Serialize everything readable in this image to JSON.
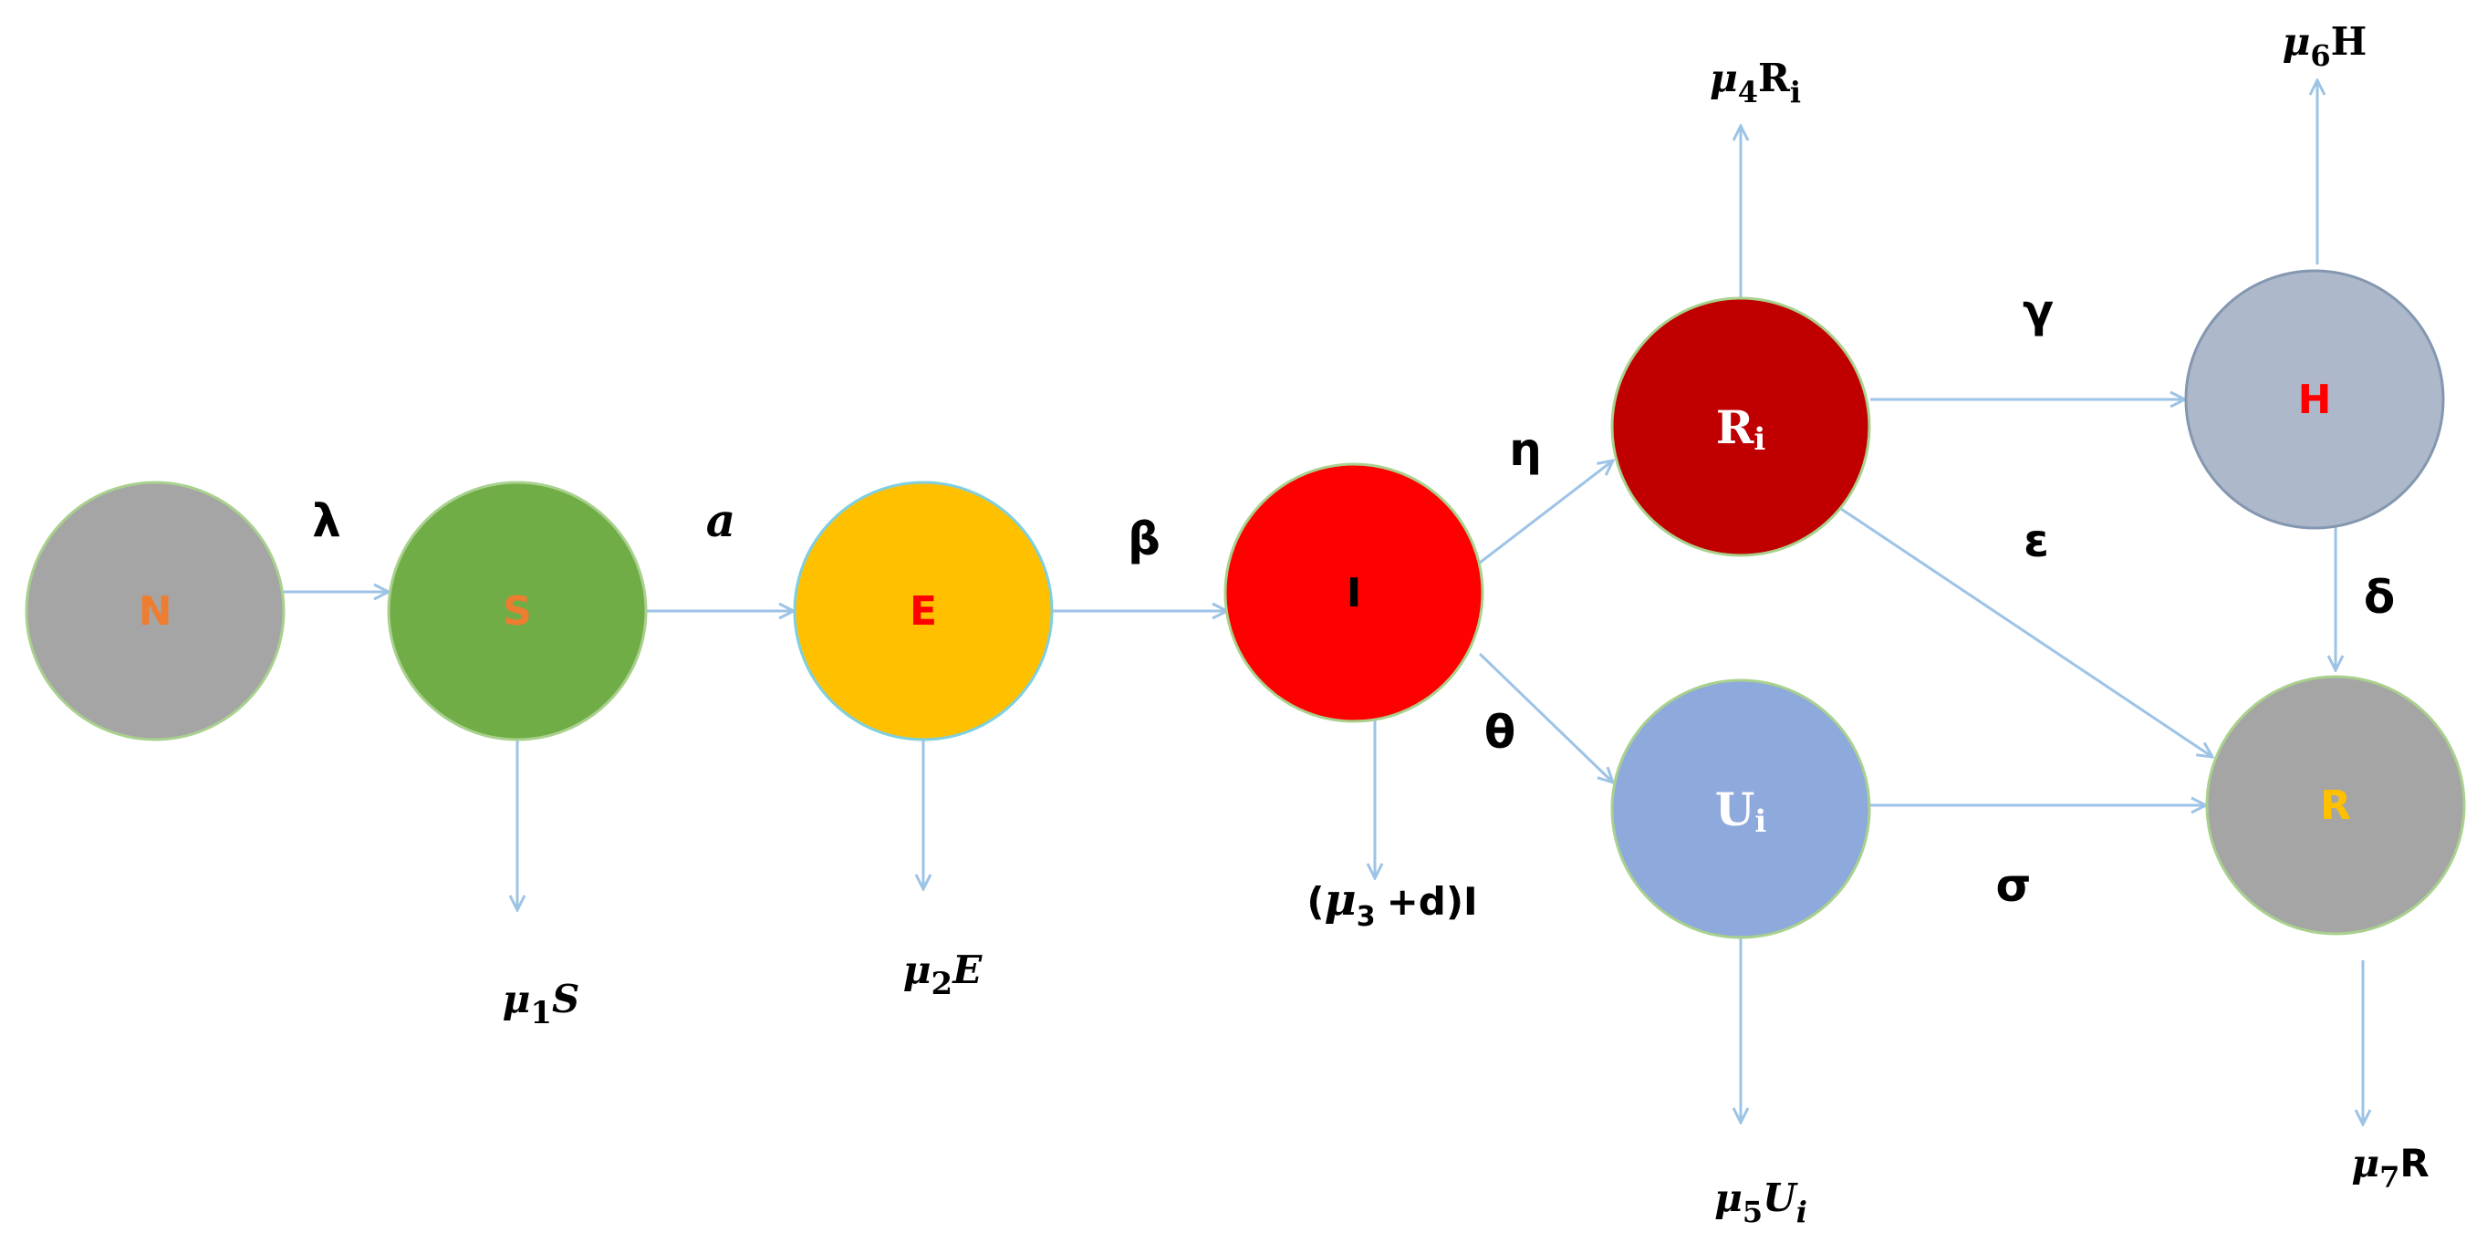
{
  "colors": {
    "arrow": "#9DC3E6",
    "text": "#000000"
  },
  "nodes": [
    {
      "id": "N",
      "label": "N",
      "sub": "",
      "fill": "#A5A5A5",
      "stroke": "#A9D18E",
      "text_color": "#ED7D31"
    },
    {
      "id": "S",
      "label": "S",
      "sub": "",
      "fill": "#70AD47",
      "stroke": "#A9D18E",
      "text_color": "#ED7D31"
    },
    {
      "id": "E",
      "label": "E",
      "sub": "",
      "fill": "#FFC000",
      "stroke": "#7FCFE0",
      "text_color": "#FF0000"
    },
    {
      "id": "I",
      "label": "I",
      "sub": "",
      "fill": "#FF0000",
      "stroke": "#A9D18E",
      "text_color": "#000000"
    },
    {
      "id": "Ri",
      "label": "R",
      "sub": "i",
      "fill": "#C00000",
      "stroke": "#A9D18E",
      "text_color": "#FFFFFF"
    },
    {
      "id": "Ui",
      "label": "U",
      "sub": "i",
      "fill": "#8EA9DB",
      "stroke": "#A9D18E",
      "text_color": "#FFFFFF"
    },
    {
      "id": "H",
      "label": "H",
      "sub": "",
      "fill": "#ADB9CA",
      "stroke": "#8497B0",
      "text_color": "#FF0000"
    },
    {
      "id": "R",
      "label": "R",
      "sub": "",
      "fill": "#A5A5A5",
      "stroke": "#A9D18E",
      "text_color": "#FFC000"
    }
  ],
  "transitions": {
    "lambda": "λ",
    "alpha": "a",
    "beta": "β",
    "eta": "η",
    "theta": "θ",
    "gamma": "γ",
    "epsilon": "ε",
    "delta": "δ",
    "sigma": "σ"
  },
  "outflows": {
    "s": {
      "mu": "μ",
      "sub": "1",
      "var": "S",
      "var_sub": ""
    },
    "e": {
      "mu": "μ",
      "sub": "2",
      "var": "E",
      "var_sub": ""
    },
    "i": {
      "open": "(",
      "mu": "μ",
      "sub": "3",
      "tail": "+d)I"
    },
    "ri": {
      "mu": "μ",
      "sub": "4",
      "var": "R",
      "var_sub": "i"
    },
    "ui": {
      "mu": "μ",
      "sub": "5",
      "var": "U",
      "var_sub": "i"
    },
    "h": {
      "mu": "μ",
      "sub": "6",
      "var": "H",
      "var_sub": ""
    },
    "r": {
      "mu": "μ",
      "sub": "7",
      "var": "R",
      "var_sub": ""
    }
  }
}
